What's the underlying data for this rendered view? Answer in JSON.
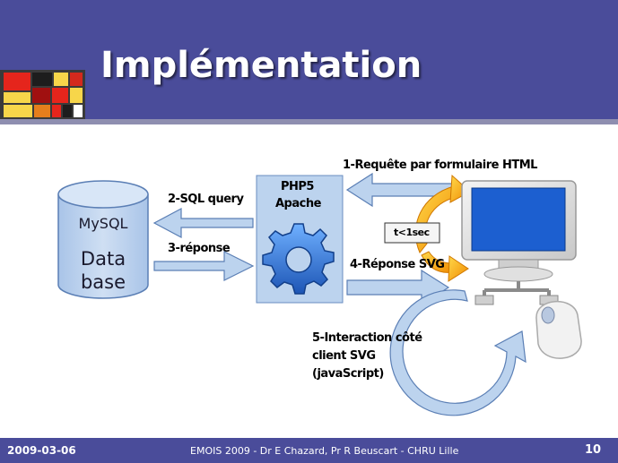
{
  "slide": {
    "title": "Implémentation",
    "footer_date": "2009-03-06",
    "footer_center": "EMOIS 2009 - Dr E Chazard, Pr R Beuscart - CHRU Lille",
    "page_number": "10"
  },
  "diagram": {
    "db_name": "MySQL",
    "db_line1": "Data",
    "db_line2": "base",
    "server_line1": "PHP5",
    "server_line2": "Apache",
    "sql_query": "2-SQL query",
    "reponse": "3-réponse",
    "requete": "1-Requête par formulaire HTML",
    "reponse_svg": "4-Réponse SVG",
    "timing": "t<1sec",
    "interaction_l1": "5-Interaction côté",
    "interaction_l2": "client SVG",
    "interaction_l3": "(javaScript)"
  },
  "colors": {
    "header": "#4a4c9a",
    "diagram_fill": "#bcd3ee",
    "diagram_stroke": "#5b7fb5",
    "gear": "#2f6fd0",
    "arc": "#f5a000"
  }
}
